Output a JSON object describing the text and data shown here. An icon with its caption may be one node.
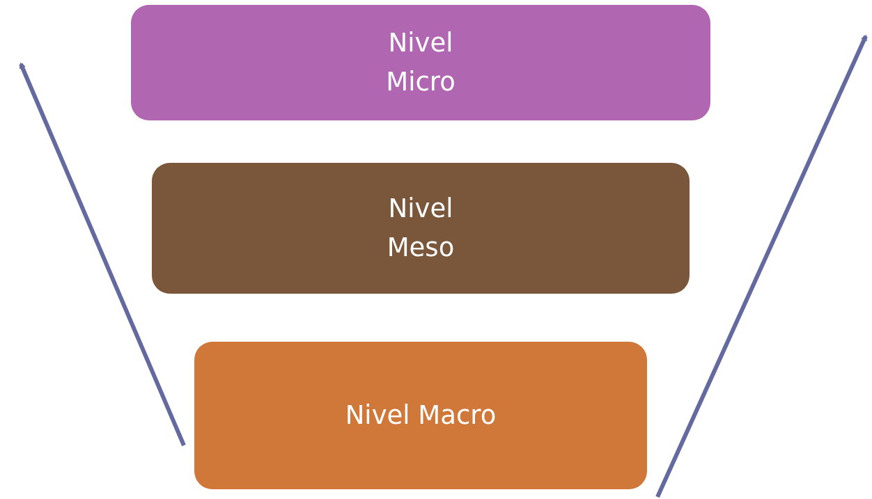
{
  "diagram": {
    "nodes": [
      {
        "text": [
          "Nivel Micro"
        ]
      },
      {
        "text": [
          "Nivel Meso"
        ]
      },
      {
        "text": [
          "Nivel Macro"
        ]
      }
    ]
  }
}
